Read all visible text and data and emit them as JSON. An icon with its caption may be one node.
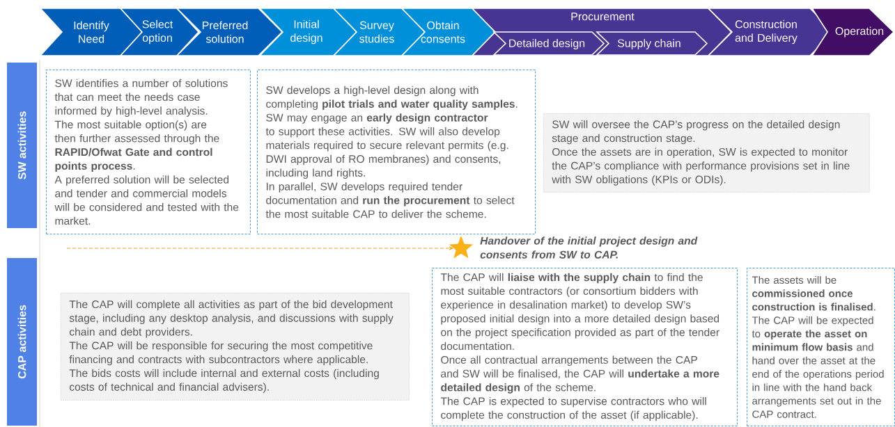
{
  "diagram": {
    "nodes": [
      {
        "text": [
          "Identify Need"
        ]
      },
      {
        "text": [
          "Select option"
        ]
      },
      {
        "text": [
          "Preferred solution"
        ]
      },
      {
        "text": [
          "Initial design"
        ]
      },
      {
        "text": [
          "Survey studies"
        ]
      },
      {
        "text": [
          "Obtain consents"
        ]
      },
      {
        "text": [
          "Procurement"
        ]
      },
      {
        "text": [
          "Detailed design"
        ],
        "in": 6
      },
      {
        "text": [
          "Supply chain"
        ],
        "in": 6
      },
      {
        "text": [
          "Construction and Delivery"
        ]
      },
      {
        "text": [
          "Operation"
        ]
      },
      {
        "text": [
          "SW activities"
        ]
      },
      {
        "text": [
          "SW identifies a number of solutions that can meet the needs case informed by high-level analysis.",
          "The most suitable option(s) are then further assessed through the **RAPID/Ofwat Gate and control points process**.",
          "A preferred solution will be selected and tender and commercial models will be considered and tested with the market."
        ]
      },
      {
        "text": [
          "SW develops a high-level design along with completing **pilot trials and water quality samples**.",
          "SW may engage an **early design contractor** to support these activities. SW will also develop materials required to secure relevant permits (e.g. DWI approval of RO membranes) and consents, including land rights.",
          "In parallel, SW develops required tender documentation and **run the procurement** to select the most suitable CAP to deliver the scheme."
        ]
      },
      {
        "text": [
          "SW will oversee the CAP’s progress on the detailed design stage and construction stage.",
          "Once the assets are in operation, SW is expected to monitor the CAP’s compliance with performance provisions set in line with SW obligations (KPIs or ODIs)."
        ]
      },
      {
        "text": [
          "CAP activities"
        ]
      },
      {
        "text": [
          "The CAP will complete all activities as part of the bid development stage, including any desktop analysis, and discussions with supply chain and debt providers.",
          "The CAP will be responsible for securing the most competitive financing and contracts with subcontractors where applicable.",
          "The bids costs will include internal and external costs (including costs of technical and financial advisers)."
        ]
      },
      {
        "text": [
          "The CAP will **liaise with the supply chain** to find the most suitable contractors (or consortium bidders with experience in desalination market) to develop SW’s proposed initial design into a more detailed design based on the project specification provided as part of the tender documentation.",
          "Once all contractual arrangements between the CAP and SW will be finalised, the CAP will **undertake a more detailed design** of the scheme.",
          "The CAP is expected to supervise contractors who will complete the construction of the asset (if applicable)."
        ]
      },
      {
        "text": [
          "The assets will be **commissioned once construction is finalised**.",
          "The CAP will be expected to **operate the asset on minimum flow basis** and hand over the asset at the end of the operations period in line with the hand back arrangements set out in the CAP contract."
        ]
      },
      {
        "text": [],
        "shape": "star",
        "beside": [
          "Handover of the initial project design and consents from SW to CAP."
        ]
      }
    ],
    "edges": [
      {
        "from": null,
        "to": 19,
        "arrow": "to",
        "style": "dashed",
        "color": "#e8a317"
      }
    ]
  }
}
